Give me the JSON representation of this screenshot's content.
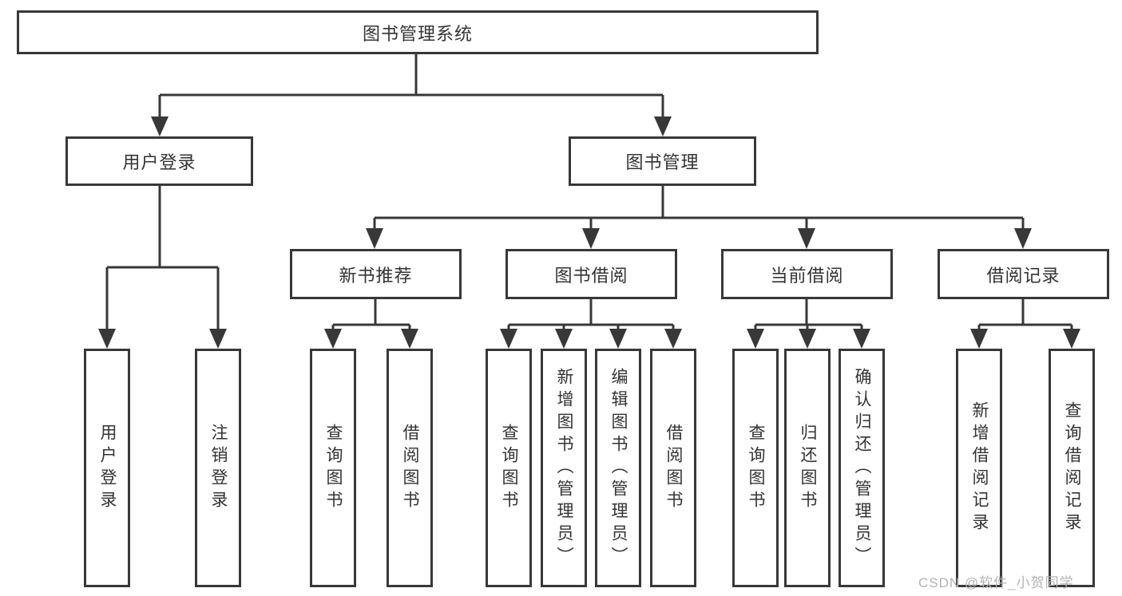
{
  "diagram": {
    "type": "hierarchy-tree",
    "orientation": "top-down",
    "tree": {
      "label": "图书管理系统",
      "children": [
        {
          "label": "用户登录",
          "children": [
            {
              "label": "用户登录"
            },
            {
              "label": "注销登录"
            }
          ]
        },
        {
          "label": "图书管理",
          "children": [
            {
              "label": "新书推荐",
              "children": [
                {
                  "label": "查询图书"
                },
                {
                  "label": "借阅图书"
                }
              ]
            },
            {
              "label": "图书借阅",
              "children": [
                {
                  "label": "查询图书"
                },
                {
                  "label": "新增图书（管理员）"
                },
                {
                  "label": "编辑图书（管理员）"
                },
                {
                  "label": "借阅图书"
                }
              ]
            },
            {
              "label": "当前借阅",
              "children": [
                {
                  "label": "查询图书"
                },
                {
                  "label": "归还图书"
                },
                {
                  "label": "确认归还（管理员）"
                }
              ]
            },
            {
              "label": "借阅记录",
              "children": [
                {
                  "label": "新增借阅记录"
                },
                {
                  "label": "查询借阅记录"
                }
              ]
            }
          ]
        }
      ]
    },
    "colors": {
      "line": "#383838",
      "box_border": "#383838",
      "text": "#333333",
      "background": "#ffffff",
      "watermark": "#b4b4b4"
    }
  },
  "watermark": "CSDN @软件_小贺同学"
}
